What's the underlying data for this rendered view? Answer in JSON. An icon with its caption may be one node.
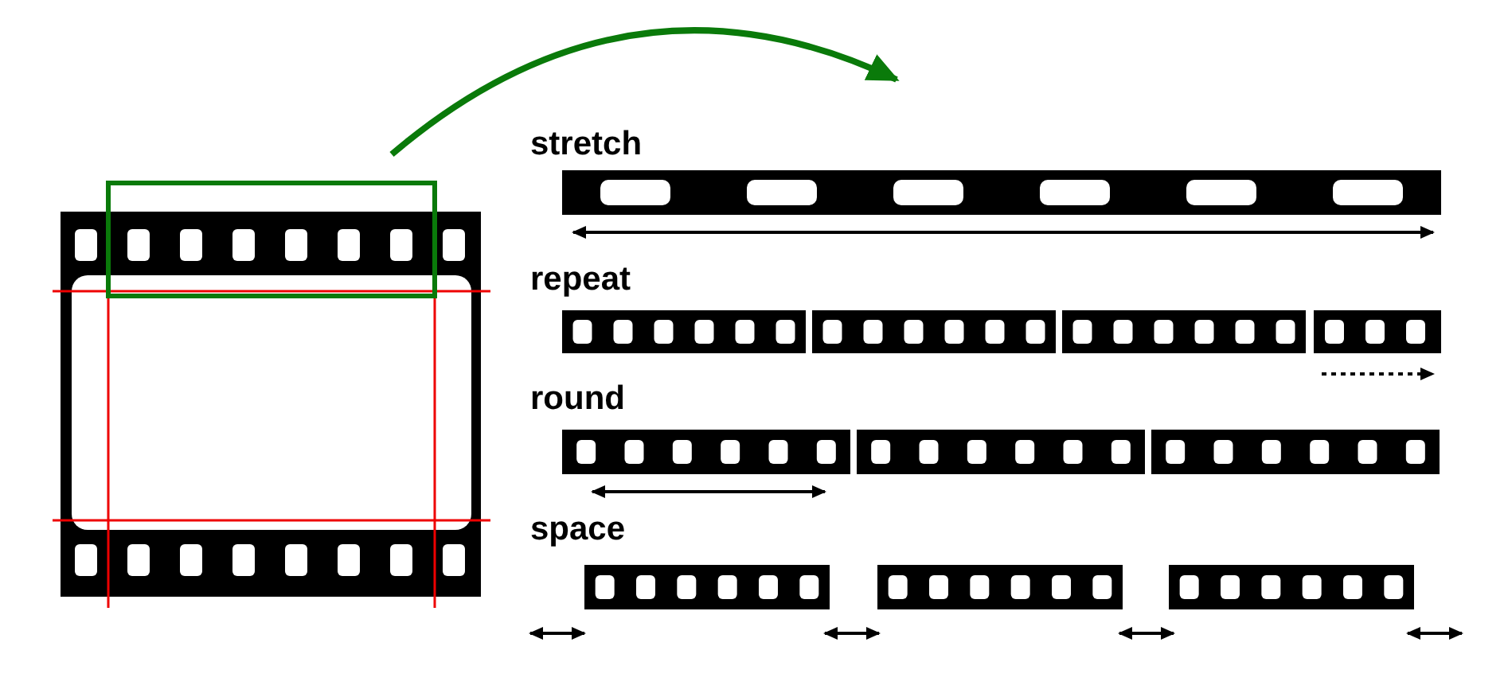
{
  "diagram": {
    "labels": [
      "stretch",
      "repeat",
      "round",
      "space"
    ]
  }
}
